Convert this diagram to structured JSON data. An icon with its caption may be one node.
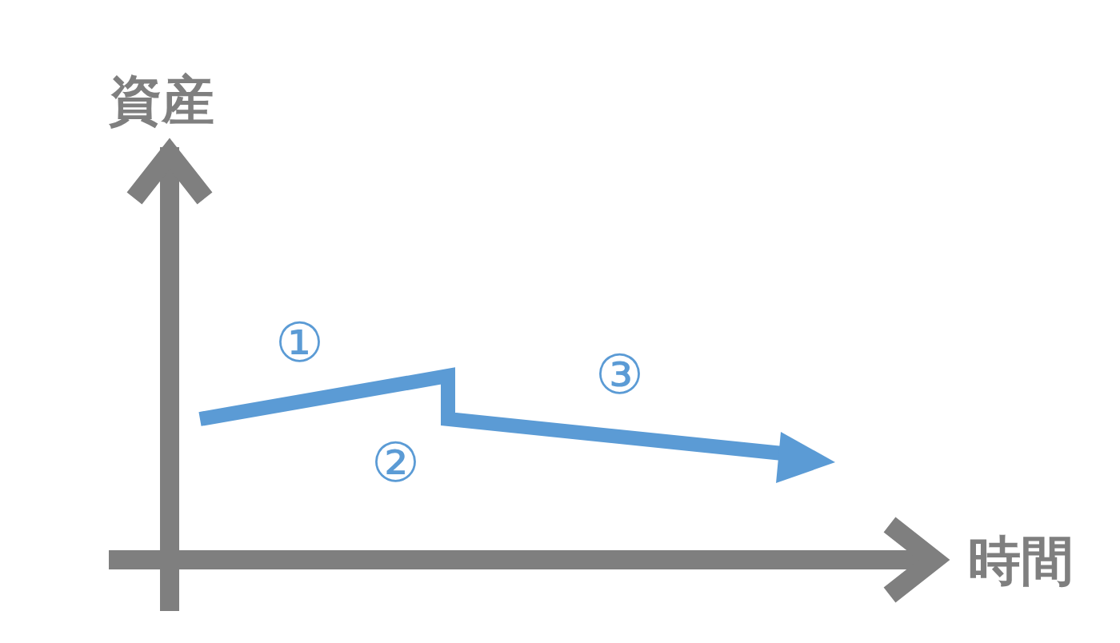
{
  "diagram": {
    "labels": [
      "資産",
      "①",
      "③",
      "②",
      "時間"
    ]
  }
}
